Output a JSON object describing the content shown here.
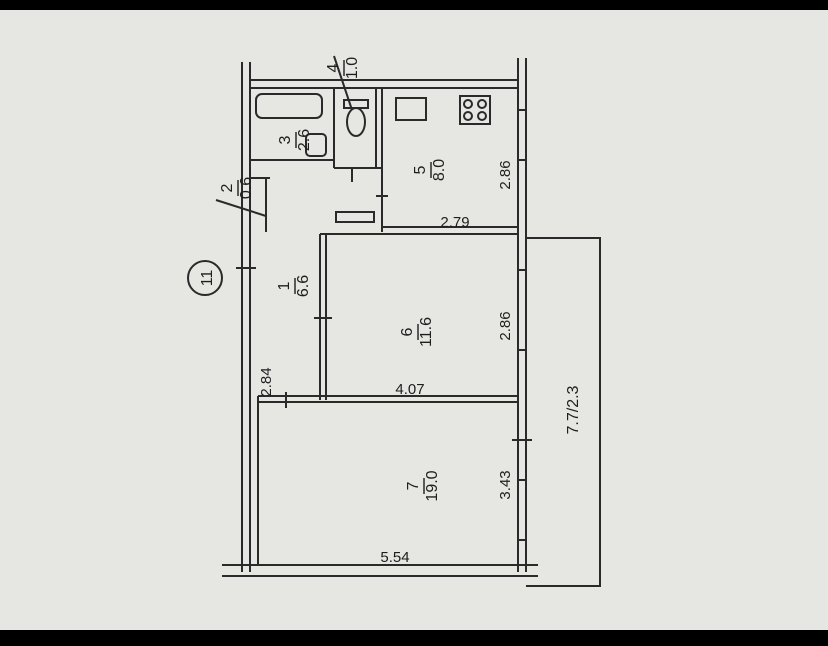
{
  "plan": {
    "unit_number": "11",
    "balcony_label": "7.7/2.3",
    "rooms": [
      {
        "number": "1",
        "area": "6.6"
      },
      {
        "number": "2",
        "area": "0.6"
      },
      {
        "number": "3",
        "area": "2.6"
      },
      {
        "number": "4",
        "area": "1.0"
      },
      {
        "number": "5",
        "area": "8.0"
      },
      {
        "number": "6",
        "area": "11.6"
      },
      {
        "number": "7",
        "area": "19.0"
      }
    ],
    "dimensions": {
      "kitchen_width": "2.86",
      "kitchen_depth": "2.79",
      "room6_width": "2.86",
      "room6_depth": "4.07",
      "hall_width": "2.84",
      "room7_width": "3.43",
      "room7_depth": "5.54"
    }
  }
}
